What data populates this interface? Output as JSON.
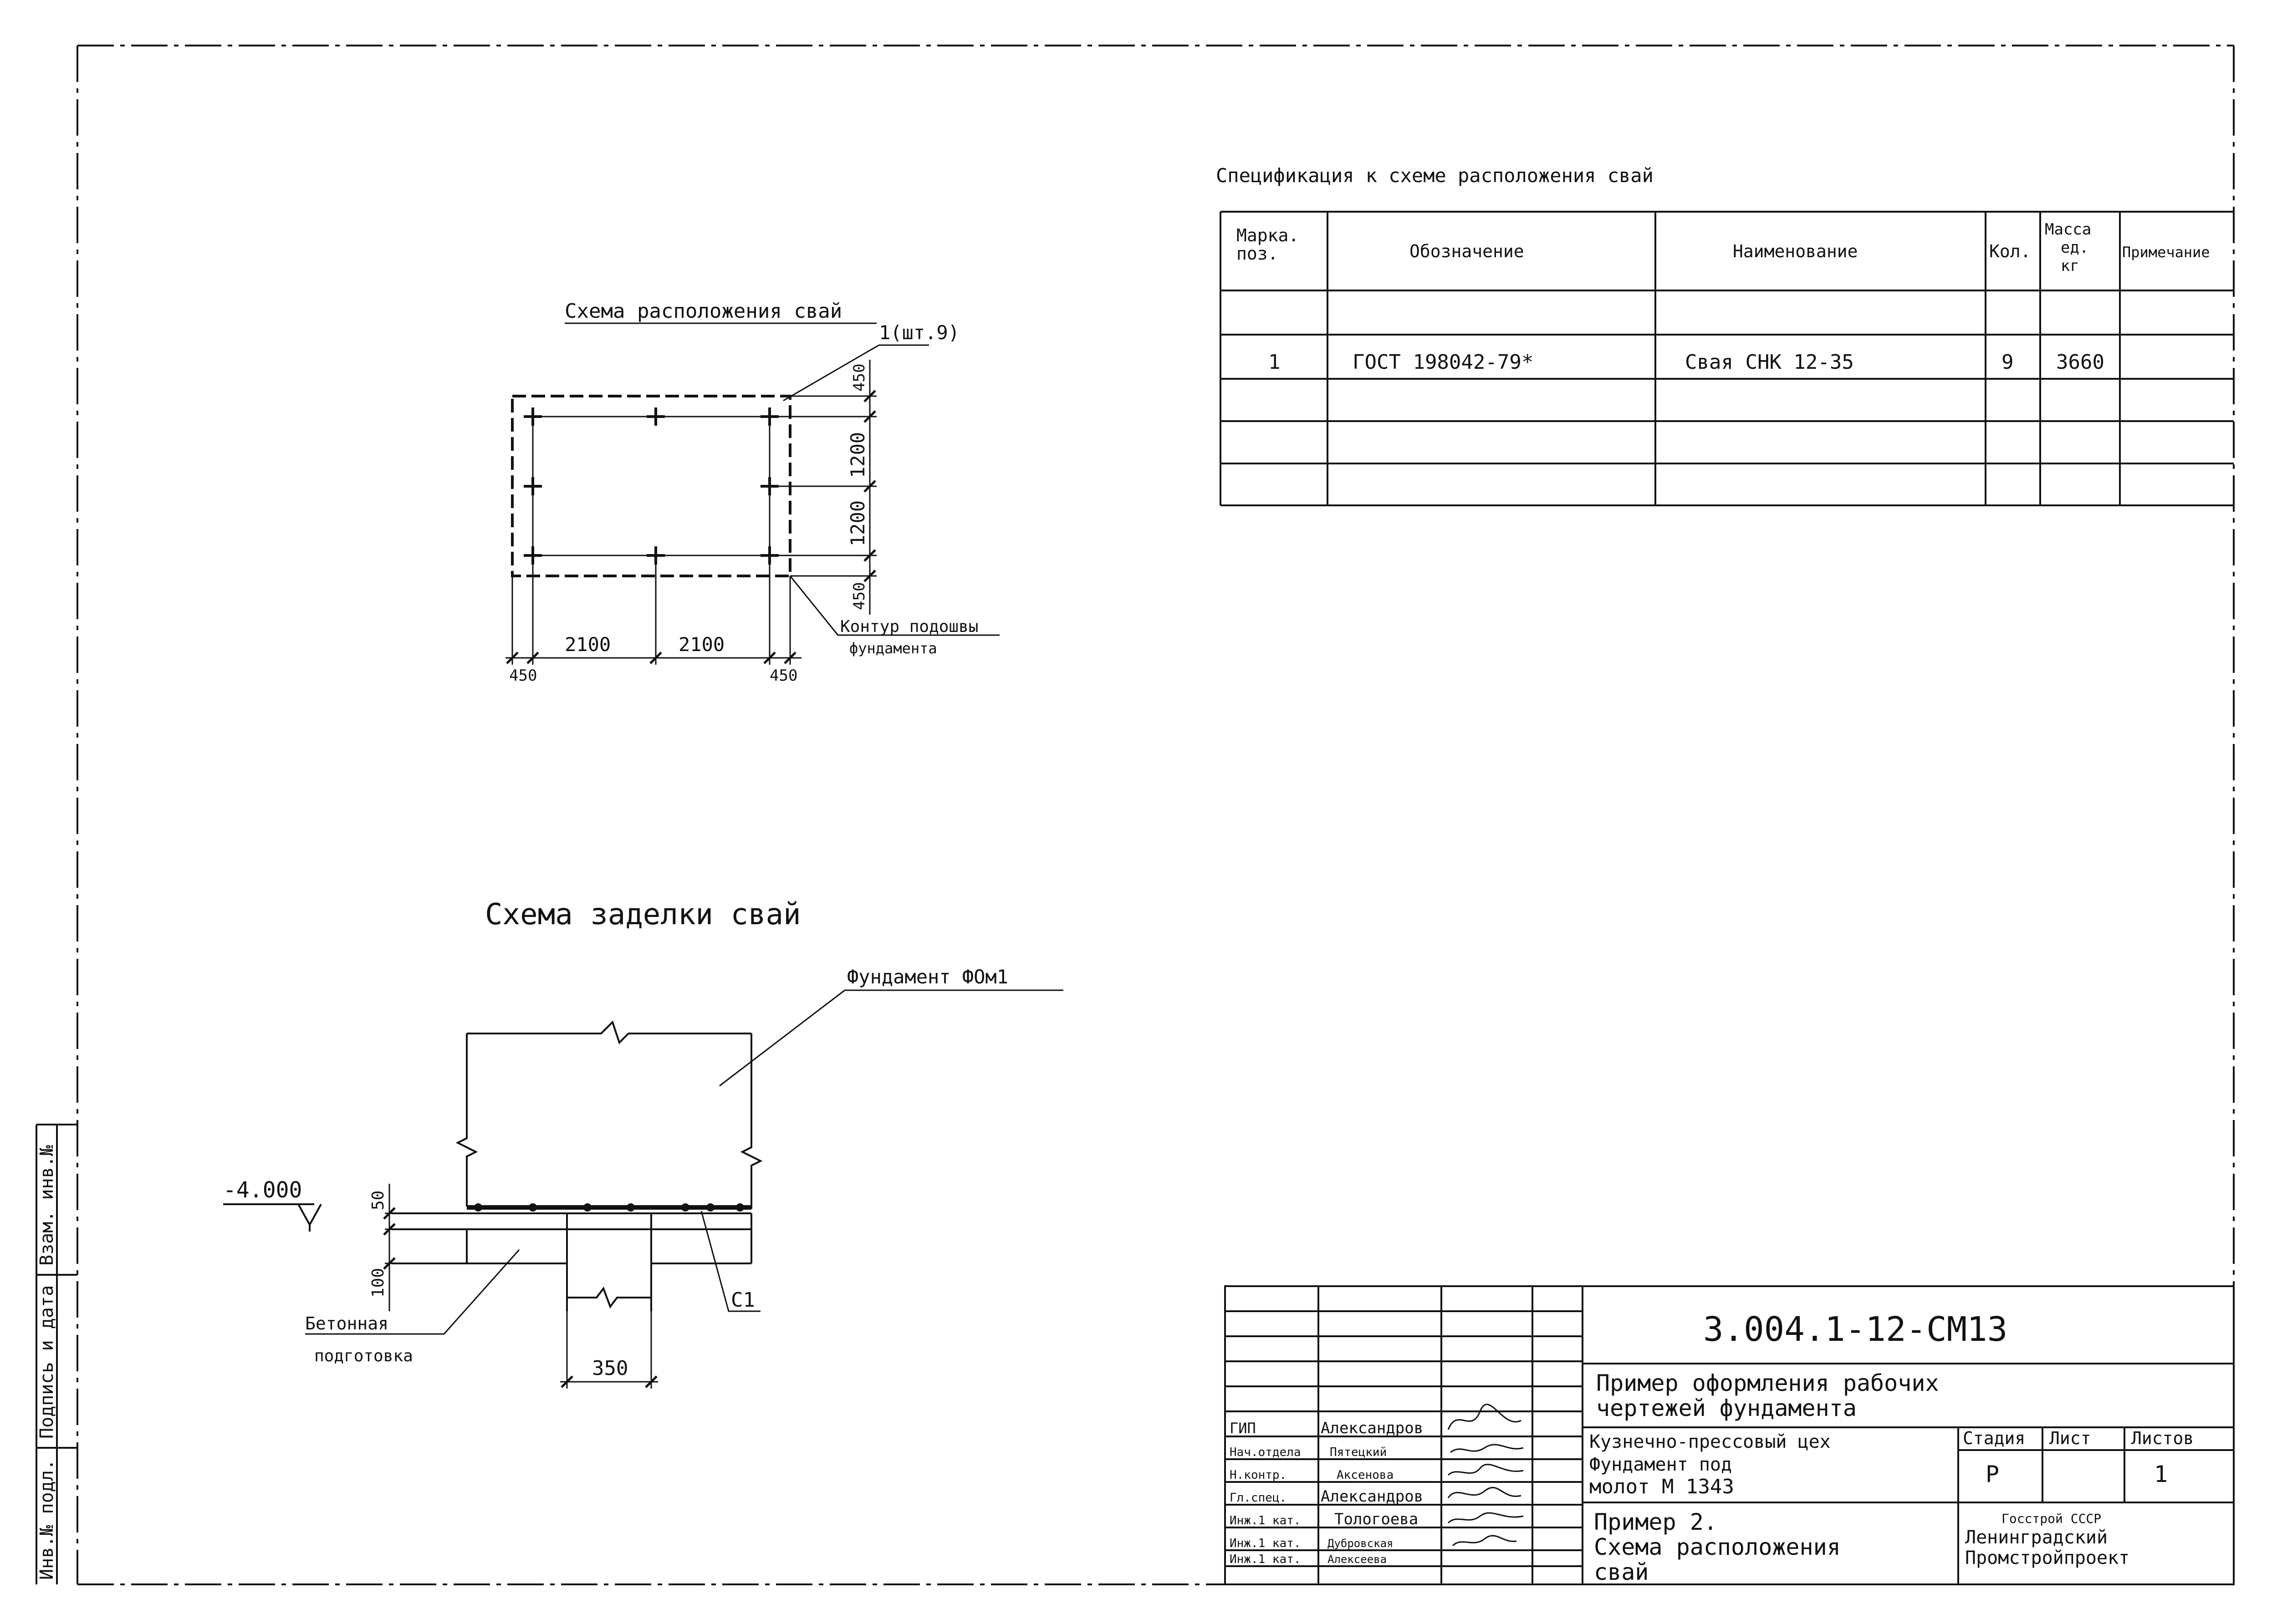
{
  "pile_layout": {
    "title": "Схема расположения свай",
    "pile_mark": "1(шт.9)",
    "dim_bottom": [
      "450",
      "2100",
      "2100",
      "450"
    ],
    "dim_right": [
      "450",
      "1200",
      "1200",
      "450"
    ],
    "contour_label_1": "Контур подошвы",
    "contour_label_2": "фундамента"
  },
  "spec": {
    "title": "Спецификация к схеме расположения свай",
    "headers": {
      "mark_1": "Марка.",
      "mark_2": "поз.",
      "designation": "Обозначение",
      "name": "Наименование",
      "qty": "Кол.",
      "mass_1": "Масса",
      "mass_2": "ед.",
      "mass_3": "кг",
      "note": "Примечание"
    },
    "rows": [
      {
        "mark": "",
        "designation": "",
        "name": "",
        "qty": "",
        "mass": "",
        "note": ""
      },
      {
        "mark": "1",
        "designation": "ГОСТ 198042-79*",
        "name": "Свая СНК 12-35",
        "qty": "9",
        "mass": "3660",
        "note": ""
      },
      {
        "mark": "",
        "designation": "",
        "name": "",
        "qty": "",
        "mass": "",
        "note": ""
      },
      {
        "mark": "",
        "designation": "",
        "name": "",
        "qty": "",
        "mass": "",
        "note": ""
      },
      {
        "mark": "",
        "designation": "",
        "name": "",
        "qty": "",
        "mass": "",
        "note": ""
      }
    ]
  },
  "embed": {
    "title": "Схема заделки свай",
    "foundation_label": "Фундамент ФОм1",
    "elevation": "-4.000",
    "dim_50": "50",
    "dim_100": "100",
    "dim_350": "350",
    "concrete_1": "Бетонная",
    "concrete_2": "подготовка",
    "c1_label": "С1"
  },
  "side_stamp": {
    "col1": "Инв.№ подл.",
    "col2": "Подпись и дата",
    "col3": "Взам. инв.№"
  },
  "title_block": {
    "code": "3.004.1-12-СМ13",
    "project_1": "Пример оформления рабочих",
    "project_2": "чертежей фундамента",
    "object_1": "Кузнечно-прессовый цех",
    "object_2": "Фундамент под",
    "object_3": "молот    М 1343",
    "sheet_1": "Пример 2.",
    "sheet_2": "Схема расположения",
    "sheet_3": "свай",
    "stage_label": "Стадия",
    "sheet_label": "Лист",
    "sheets_label": "Листов",
    "stage": "Р",
    "sheet": "",
    "sheets": "1",
    "org_1": "Госстрой СССР",
    "org_2": "Ленинградский",
    "org_3": "Промстройпроект",
    "people": [
      {
        "role": "ГИП",
        "name": "Александров"
      },
      {
        "role": "Нач.отдела",
        "name": "Пятецкий"
      },
      {
        "role": "Н.контр.",
        "name": "Аксенова"
      },
      {
        "role": "Гл.спец.",
        "name": "Александров"
      },
      {
        "role": "Инж.1 кат.",
        "name": "Тологоева"
      },
      {
        "role": "Инж.1 кат.",
        "name": "Дубровская"
      },
      {
        "role": "Инж.1 кат.",
        "name": "Алексеева"
      }
    ]
  }
}
